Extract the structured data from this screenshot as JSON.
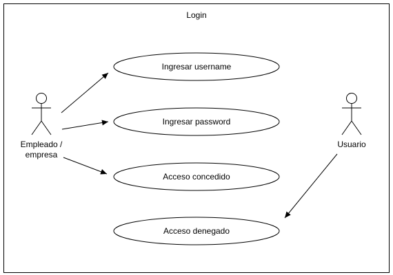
{
  "system": {
    "title": "Login"
  },
  "actors": {
    "empleado": {
      "label_line1": "Empleado /",
      "label_line2": "empresa"
    },
    "usuario": {
      "label": "Usuario"
    }
  },
  "use_cases": {
    "ingresar_username": "Ingresar username",
    "ingresar_password": "Ingresar password",
    "acceso_concedido": "Acceso concedido",
    "acceso_denegado": "Acceso denegado"
  },
  "colors": {
    "stroke": "#000000",
    "fill": "#ffffff"
  }
}
